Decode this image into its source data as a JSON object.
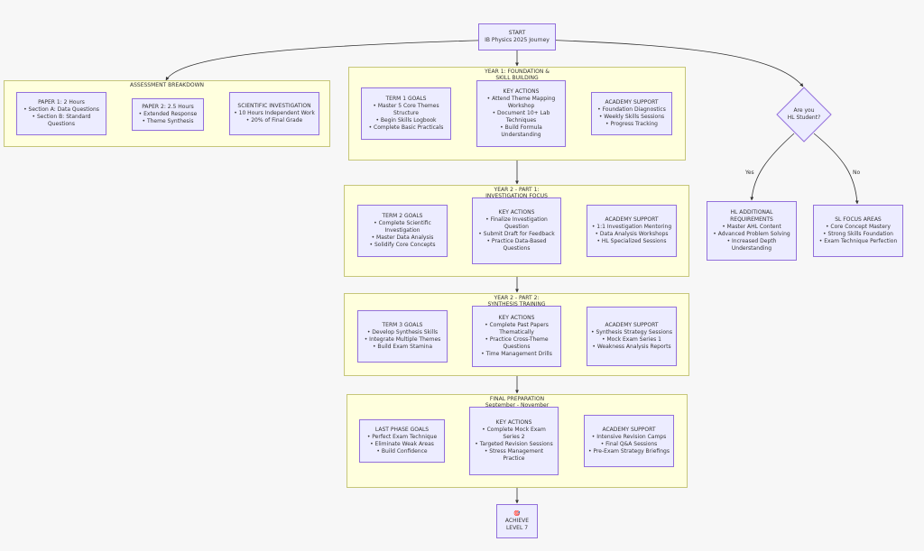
{
  "start": {
    "title": "START",
    "subtitle": "IB Physics 2025 Journey"
  },
  "assessment": {
    "title": "ASSESSMENT BREAKDOWN",
    "paper1": {
      "title": "PAPER 1: 2 Hours",
      "items": [
        "• Section A: Data Questions",
        "• Section B: Standard Questions"
      ]
    },
    "paper2": {
      "title": "PAPER 2: 2.5 Hours",
      "items": [
        "• Extended Response",
        "• Theme Synthesis"
      ]
    },
    "investigation": {
      "title": "SCIENTIFIC INVESTIGATION",
      "items": [
        "• 10 Hours Independent Work",
        "• 20% of Final Grade"
      ]
    }
  },
  "year1": {
    "title": "YEAR 1: FOUNDATION &\nSKILL BUILDING",
    "goals": {
      "title": "TERM 1 GOALS",
      "items": [
        "• Master 5 Core Themes Structure",
        "• Begin Skills Logbook",
        "• Complete Basic Practicals"
      ]
    },
    "actions": {
      "title": "KEY ACTIONS",
      "items": [
        "• Attend Theme Mapping Workshop",
        "• Document 10+ Lab Techniques",
        "• Build Formula Understanding"
      ]
    },
    "support": {
      "title": "ACADEMY SUPPORT",
      "items": [
        "• Foundation Diagnostics",
        "• Weekly Skills Sessions",
        "• Progress Tracking"
      ]
    }
  },
  "year2a": {
    "title": "YEAR 2 - PART 1:\nINVESTIGATION FOCUS",
    "goals": {
      "title": "TERM 2 GOALS",
      "items": [
        "• Complete Scientific Investigation",
        "• Master Data Analysis",
        "• Solidify Core Concepts"
      ]
    },
    "actions": {
      "title": "KEY ACTIONS",
      "items": [
        "• Finalize Investigation Question",
        "• Submit Draft for Feedback",
        "• Practice Data-Based Questions"
      ]
    },
    "support": {
      "title": "ACADEMY SUPPORT",
      "items": [
        "• 1:1 Investigation Mentoring",
        "• Data Analysis Workshops",
        "• HL Specialized Sessions"
      ]
    }
  },
  "year2b": {
    "title": "YEAR 2 - PART 2:\nSYNTHESIS TRAINING",
    "goals": {
      "title": "TERM 3 GOALS",
      "items": [
        "• Develop Synthesis Skills",
        "• Integrate Multiple Themes",
        "• Build Exam Stamina"
      ]
    },
    "actions": {
      "title": "KEY ACTIONS",
      "items": [
        "• Complete Past Papers Thematically",
        "• Practice Cross-Theme Questions",
        "• Time Management Drills"
      ]
    },
    "support": {
      "title": "ACADEMY SUPPORT",
      "items": [
        "• Synthesis Strategy Sessions",
        "• Mock Exam Series 1",
        "• Weakness Analysis Reports"
      ]
    }
  },
  "final": {
    "title": "FINAL PREPARATION\nSeptember - November",
    "goals": {
      "title": "LAST PHASE GOALS",
      "items": [
        "• Perfect Exam Technique",
        "• Eliminate Weak Areas",
        "• Build Confidence"
      ]
    },
    "actions": {
      "title": "KEY ACTIONS",
      "items": [
        "• Complete Mock Exam Series 2",
        "• Targeted Revision Sessions",
        "• Stress Management Practice"
      ]
    },
    "support": {
      "title": "ACADEMY SUPPORT",
      "items": [
        "• Intensive Revision Camps",
        "• Final Q&A Sessions",
        "• Pre-Exam Strategy Briefings"
      ]
    }
  },
  "decision": {
    "line1": "Are you",
    "line2": "HL Student?",
    "yes": "Yes",
    "no": "No"
  },
  "hl": {
    "title": "HL ADDITIONAL REQUIREMENTS",
    "items": [
      "• Master AHL Content",
      "• Advanced Problem Solving",
      "• Increased Depth Understanding"
    ]
  },
  "sl": {
    "title": "SL FOCUS AREAS",
    "items": [
      "• Core Concept Mastery",
      "• Strong Skills Foundation",
      "• Exam Technique Perfection"
    ]
  },
  "achieve": {
    "icon": "🎯",
    "line1": "ACHIEVE",
    "line2": "LEVEL 7"
  },
  "colors": {
    "cluster_fill": "#ffffde",
    "cluster_border": "#c6c67a",
    "node_fill": "#ececff",
    "node_border": "#9370db",
    "edge": "#333333"
  }
}
